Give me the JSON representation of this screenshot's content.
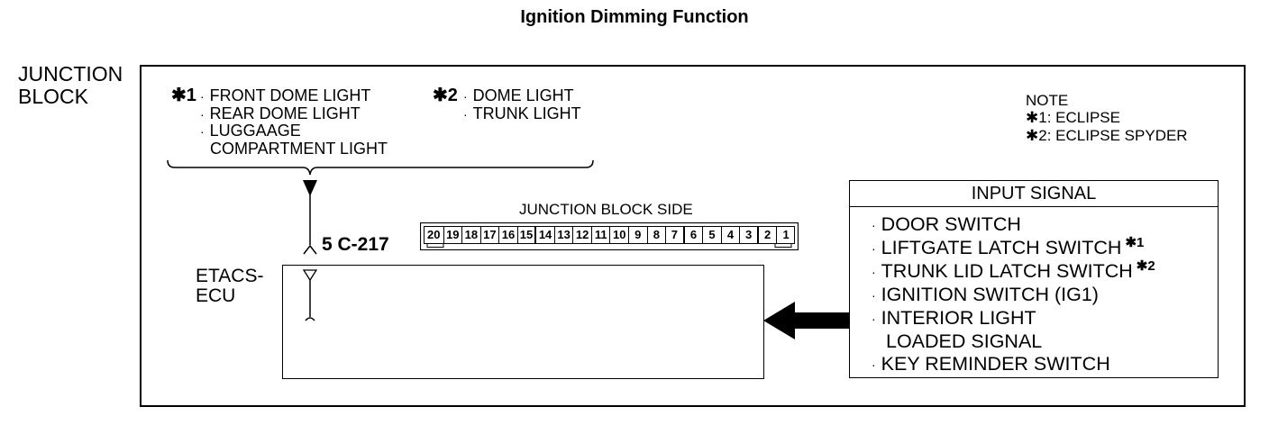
{
  "title": "Ignition Dimming Function",
  "junction_block_label": "JUNCTION BLOCK",
  "group1": {
    "marker": "✱1",
    "items": [
      "FRONT DOME LIGHT",
      "REAR DOME LIGHT",
      "LUGGAAGE",
      "COMPARTMENT LIGHT"
    ]
  },
  "group2": {
    "marker": "✱2",
    "items": [
      "DOME LIGHT",
      "TRUNK LIGHT"
    ]
  },
  "note": {
    "heading": "NOTE",
    "line1": "✱1: ECLIPSE",
    "line2": "✱2: ECLIPSE SPYDER"
  },
  "connector": {
    "side_label": "JUNCTION BLOCK SIDE",
    "terminal_label": "5  C-217",
    "pins": [
      "20",
      "19",
      "18",
      "17",
      "16",
      "15",
      "14",
      "13",
      "12",
      "11",
      "10",
      "9",
      "8",
      "7",
      "6",
      "5",
      "4",
      "3",
      "2",
      "1"
    ]
  },
  "ecu_label": "ETACS-ECU",
  "input_signal": {
    "heading": "INPUT SIGNAL",
    "items": [
      "DOOR SWITCH",
      "LIFTGATE LATCH SWITCH",
      "TRUNK LID LATCH SWITCH",
      "IGNITION SWITCH (IG1)",
      "INTERIOR LIGHT",
      "LOADED SIGNAL",
      "KEY REMINDER SWITCH"
    ],
    "liftgate_marker": "✱1",
    "trunk_marker": "✱2"
  },
  "colors": {
    "line": "#000000",
    "background": "#ffffff"
  }
}
